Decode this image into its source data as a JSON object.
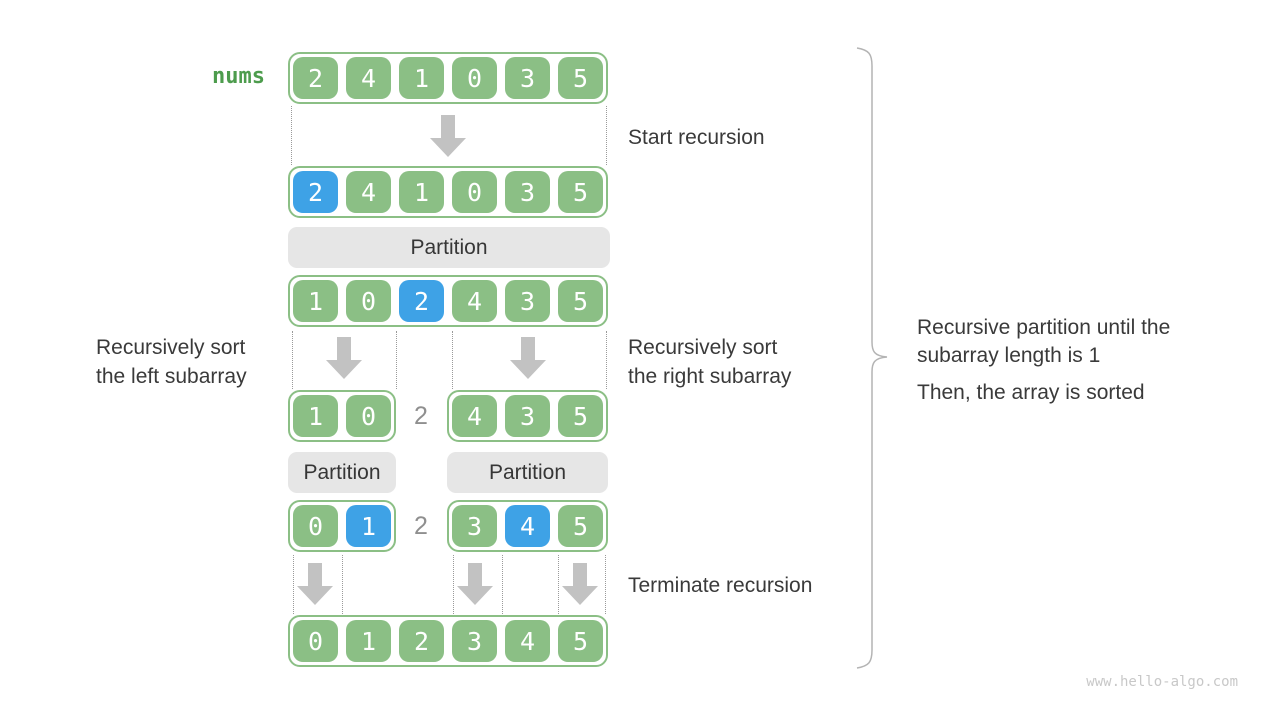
{
  "labels": {
    "nums": "nums",
    "start_recursion": "Start recursion",
    "terminate_recursion": "Terminate recursion",
    "left_note_line1": "Recursively sort",
    "left_note_line2": "the left subarray",
    "right_note_line1": "Recursively sort",
    "right_note_line2": "the right subarray",
    "partition": "Partition",
    "pivot_separator": "2",
    "brace_note_line1": "Recursive partition until the",
    "brace_note_line2": "subarray length is 1",
    "brace_note_line3": "Then, the array is sorted",
    "watermark": "www.hello-algo.com"
  },
  "colors": {
    "green": "#8bbf85",
    "blue": "#3ea2e6",
    "bar_bg": "#e6e6e6",
    "text": "#3a3a3a",
    "arrow": "#c2c2c2",
    "dot": "#9a9a9a",
    "brace": "#b4b4b4",
    "nums_green": "#4d9c4d",
    "separator_gray": "#8f8f8f",
    "watermark_gray": "#c8c8c8"
  },
  "arrays": {
    "initial": [
      {
        "v": "2"
      },
      {
        "v": "4"
      },
      {
        "v": "1"
      },
      {
        "v": "0"
      },
      {
        "v": "3"
      },
      {
        "v": "5"
      }
    ],
    "pivot_chosen": [
      {
        "v": "2",
        "pivot": true
      },
      {
        "v": "4"
      },
      {
        "v": "1"
      },
      {
        "v": "0"
      },
      {
        "v": "3"
      },
      {
        "v": "5"
      }
    ],
    "after_first_partition": [
      {
        "v": "1"
      },
      {
        "v": "0"
      },
      {
        "v": "2",
        "pivot": true
      },
      {
        "v": "4"
      },
      {
        "v": "3"
      },
      {
        "v": "5"
      }
    ],
    "left_subarray": [
      {
        "v": "1"
      },
      {
        "v": "0"
      }
    ],
    "right_subarray": [
      {
        "v": "4"
      },
      {
        "v": "3"
      },
      {
        "v": "5"
      }
    ],
    "left_partitioned": [
      {
        "v": "0"
      },
      {
        "v": "1",
        "pivot": true
      }
    ],
    "right_partitioned": [
      {
        "v": "3"
      },
      {
        "v": "4",
        "pivot": true
      },
      {
        "v": "5"
      }
    ],
    "sorted": [
      {
        "v": "0"
      },
      {
        "v": "1"
      },
      {
        "v": "2"
      },
      {
        "v": "3"
      },
      {
        "v": "4"
      },
      {
        "v": "5"
      }
    ]
  }
}
